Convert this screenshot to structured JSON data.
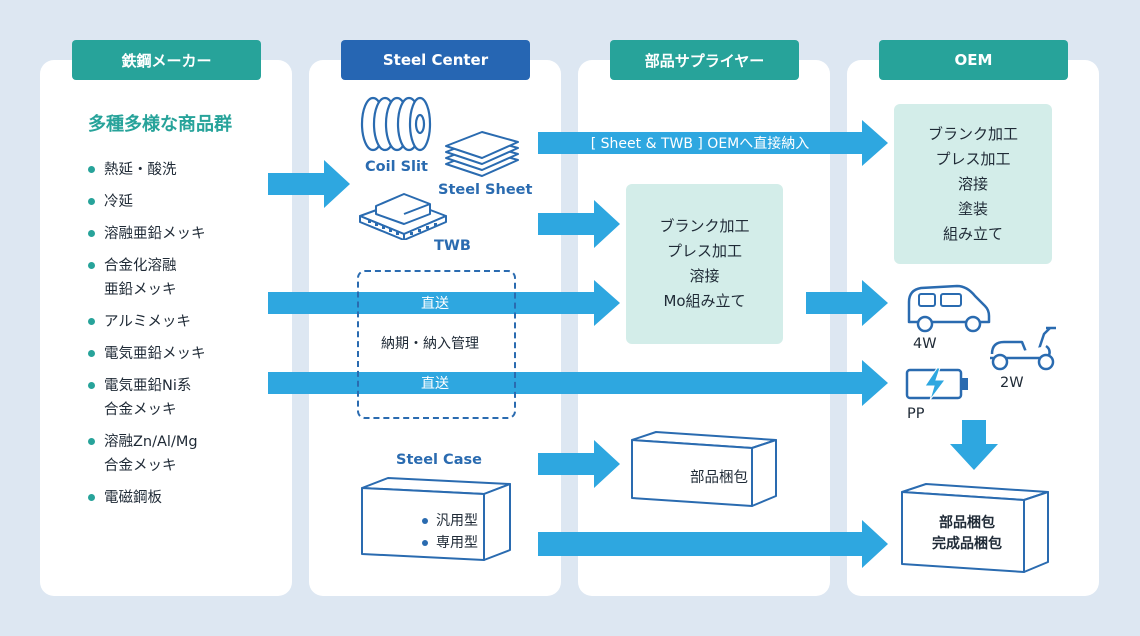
{
  "columns": {
    "steel_maker": {
      "header": "鉄鋼メーカー",
      "heading": "多種多様な商品群",
      "products": [
        [
          "熱延・酸洗"
        ],
        [
          "冷延"
        ],
        [
          "溶融亜鉛メッキ"
        ],
        [
          "合金化溶融",
          "亜鉛メッキ"
        ],
        [
          "アルミメッキ"
        ],
        [
          "電気亜鉛メッキ"
        ],
        [
          "電気亜鉛Ni系",
          "合金メッキ"
        ],
        [
          "溶融Zn/Al/Mg",
          "合金メッキ"
        ],
        [
          "電磁鋼板"
        ]
      ]
    },
    "steel_center": {
      "header": "Steel Center",
      "coil_label": "Coil Slit",
      "sheet_label": "Steel Sheet",
      "twb_label": "TWB",
      "management_label": "納期・納入管理",
      "case_label": "Steel Case",
      "case_items": [
        "汎用型",
        "専用型"
      ]
    },
    "parts_supplier": {
      "header": "部品サプライヤー",
      "processes": [
        "ブランク加工",
        "プレス加工",
        "溶接",
        "Mo組み立て"
      ],
      "packing_label": "部品梱包"
    },
    "oem": {
      "header": "OEM",
      "processes": [
        "ブランク加工",
        "プレス加工",
        "溶接",
        "塗装",
        "組み立て"
      ],
      "vehicles": [
        "4W",
        "2W",
        "PP"
      ],
      "packing_lines": [
        "部品梱包",
        "完成品梱包"
      ]
    }
  },
  "flows": {
    "sheet_twb_delivery": "[ Sheet & TWB ] OEMへ直接納入",
    "direct_1": "直送",
    "direct_2": "直送"
  },
  "colors": {
    "teal": "#27a39a",
    "navy": "#2666b3",
    "arrow": "#2ea7e0",
    "panel": "#d3ede9",
    "background": "#dde7f2"
  }
}
